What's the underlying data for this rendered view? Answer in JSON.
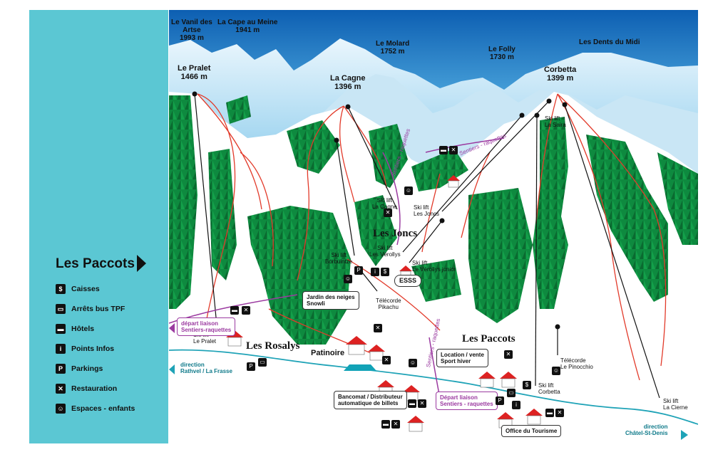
{
  "sidebar": {
    "title": "Les Paccots",
    "legend": [
      {
        "icon": "cash-register-icon",
        "glyph": "$",
        "label": "Caisses"
      },
      {
        "icon": "bus-stop-icon",
        "glyph": "▭",
        "label": "Arrêts bus TPF"
      },
      {
        "icon": "hotel-bed-icon",
        "glyph": "▬",
        "label": "Hôtels"
      },
      {
        "icon": "info-icon",
        "glyph": "i",
        "label": "Points Infos"
      },
      {
        "icon": "parking-icon",
        "glyph": "P",
        "label": "Parkings"
      },
      {
        "icon": "restaurant-icon",
        "glyph": "✕",
        "label": "Restauration"
      },
      {
        "icon": "kids-area-icon",
        "glyph": "☺",
        "label": "Espaces - enfants"
      }
    ]
  },
  "peaks": [
    {
      "name": "Le Vanil des",
      "name2": "Artse",
      "alt": "1993 m"
    },
    {
      "name": "La Cape au Meine",
      "alt": "1941 m"
    },
    {
      "name": "Le Molard",
      "alt": "1752 m"
    },
    {
      "name": "Le Folly",
      "alt": "1730 m"
    },
    {
      "name": "Les Dents du Midi"
    },
    {
      "name": "Le Pralet",
      "alt": "1466 m"
    },
    {
      "name": "La Cagne",
      "alt": "1396 m"
    },
    {
      "name": "Corbetta",
      "alt": "1399 m"
    }
  ],
  "towns": {
    "jonc": "Les Joncs",
    "rosalys": "Les Rosalys",
    "paccots": "Les Paccots",
    "patinoire": "Patinoire"
  },
  "lifts": [
    {
      "l1": "Ski lift",
      "l2": "La Cagne"
    },
    {
      "l1": "Ski lift",
      "l2": "Les Joncs"
    },
    {
      "l1": "Ski lift",
      "l2": "Les Vérollys"
    },
    {
      "l1": "Ski lift",
      "l2": "Le Vérollys junior"
    },
    {
      "l1": "Ski lift",
      "l2": "Borbuintze"
    },
    {
      "l1": "Ski lift",
      "l2": "La Saira"
    },
    {
      "l1": "Ski lift",
      "l2": "Le Pralet"
    },
    {
      "l1": "Ski lift",
      "l2": "Corbetta"
    },
    {
      "l1": "Ski lift",
      "l2": "La Cierne"
    },
    {
      "l1": "Télécorde",
      "l2": "Pikachu"
    },
    {
      "l1": "Télécorde",
      "l2": "Le Pinocchio"
    }
  ],
  "boxes": {
    "jardin1": "Jardin des neiges",
    "jardin2": "Snowli",
    "essss": "ESSS",
    "location1": "Location / vente",
    "location2": "Sport hiver",
    "bancomat1": "Bancomat / Distributeur",
    "bancomat2": "automatique de billets",
    "office": "Office du Tourisme"
  },
  "trails": {
    "depart_left1": "départ liaison",
    "depart_left2": "Sentiers-raquettes",
    "depart_center1": "Départ liaison",
    "depart_center2": "Sentiers - raquettes",
    "sentiers_raq1": "Sentiers - raquettes",
    "sentiers_raq2": "Sentiers - raquettes",
    "sentiers_raq3": "Sentiers - raquettes"
  },
  "directions": {
    "left1": "direction",
    "left2": "Rathvel / La Frasse",
    "right1": "direction",
    "right2": "Châtel-St-Denis"
  },
  "colors": {
    "sidebar": "#5bc7d3",
    "sky": "#1a73c4",
    "forest": "#0e8a3f",
    "piste": "#e23a2a",
    "snowtrail": "#9b3aa0",
    "road": "#1fa3b7"
  }
}
